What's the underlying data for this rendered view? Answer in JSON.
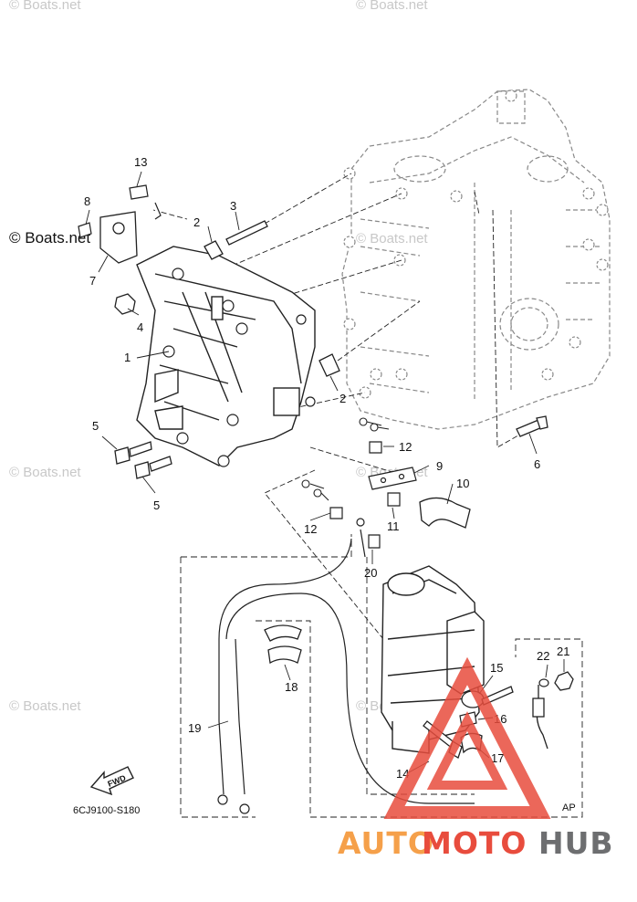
{
  "watermarks": {
    "top_left": "© Boats.net",
    "top_right": "© Boats.net",
    "mid_bold": "© Boats.net",
    "mid_right": "© Boats.net",
    "left_middle": "© Boats.net",
    "right_middle": "© Boats.net",
    "left_lower": "© Boats.net",
    "right_lower": "© Boats.net"
  },
  "callouts": {
    "n1": "1",
    "n2a": "2",
    "n2b": "2",
    "n3": "3",
    "n4": "4",
    "n5a": "5",
    "n5b": "5",
    "n6": "6",
    "n7": "7",
    "n8": "8",
    "n9": "9",
    "n10": "10",
    "n11": "11",
    "n12a": "12",
    "n12b": "12",
    "n13": "13",
    "n14": "14",
    "n15": "15",
    "n16": "16",
    "n17": "17",
    "n18": "18",
    "n19": "19",
    "n20": "20",
    "n21": "21",
    "n22": "22"
  },
  "fwd_label": "FWD",
  "diagram_code": "6CJ9100-S180",
  "ap_label": "AP",
  "brand": {
    "part1": "AUTO",
    "part2": "MOTO",
    "part3": "HUB"
  },
  "colors": {
    "brand_orange": "#f5a04a",
    "brand_red": "#e84c3d",
    "brand_gray": "#6d6e70",
    "line": "#222222"
  }
}
